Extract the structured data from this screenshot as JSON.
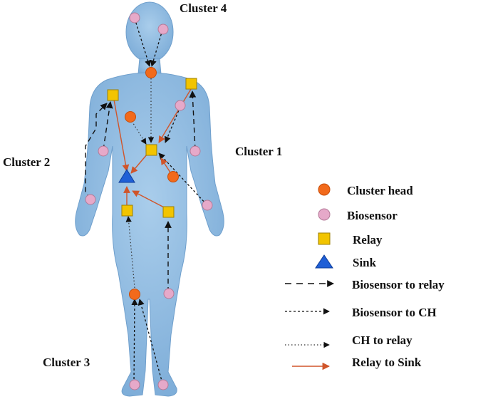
{
  "clusters": {
    "c1": "Cluster 1",
    "c2": "Cluster 2",
    "c3": "Cluster 3",
    "c4": "Cluster 4"
  },
  "legend": {
    "cluster_head": "Cluster head",
    "biosensor": "Biosensor",
    "relay": "Relay",
    "sink": "Sink",
    "bs_to_relay": "Biosensor to relay",
    "bs_to_ch": "Biosensor to CH",
    "ch_to_relay": "CH to relay",
    "relay_to_sink": "Relay to Sink"
  },
  "colors": {
    "body": "#8fb9df",
    "cluster_head": "#f26a1b",
    "biosensor": "#e6a9c9",
    "relay": "#f2c400",
    "sink": "#1f5fd6",
    "relay_to_sink": "#d0552a"
  }
}
